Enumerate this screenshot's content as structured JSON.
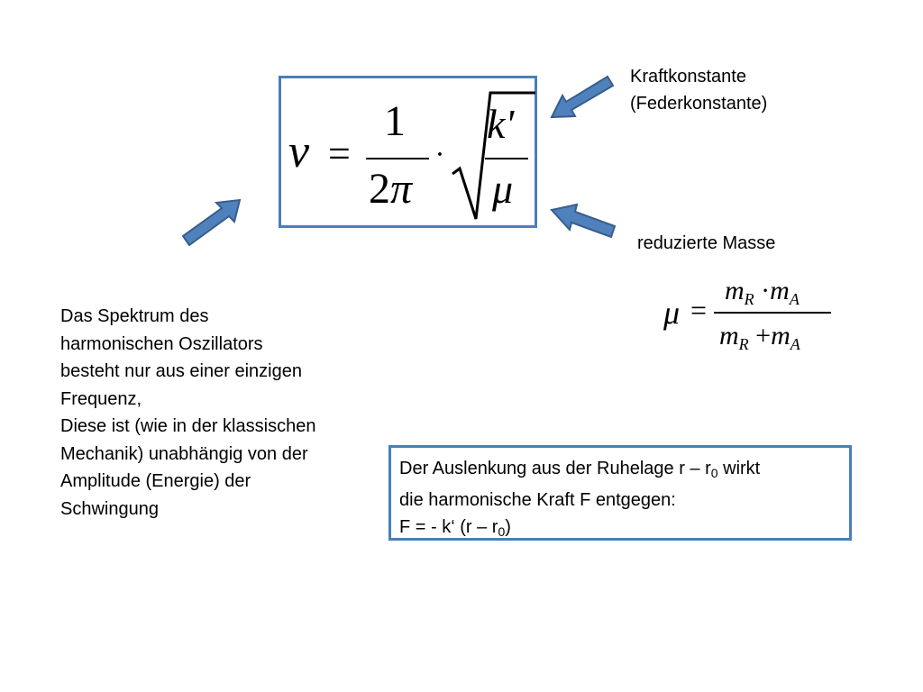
{
  "formula": {
    "lhs": "ν",
    "equals": "=",
    "frac1_num": "1",
    "frac1_den_num": "2",
    "frac1_den_sym": "π",
    "dot": "·",
    "frac2_num": "k'",
    "frac2_den": "μ"
  },
  "labels": {
    "kraftkonstante_line1": "Kraftkonstante",
    "kraftkonstante_line2": "(Federkonstante)",
    "reduzierte_masse": "reduzierte Masse"
  },
  "reduced_mass_formula": {
    "lhs": "μ",
    "equals": "=",
    "num_m1": "m",
    "num_sub1": "R",
    "num_op": "·",
    "num_m2": "m",
    "num_sub2": "A",
    "den_m1": "m",
    "den_sub1": "R",
    "den_op": "+",
    "den_m2": "m",
    "den_sub2": "A"
  },
  "left_text": {
    "line1": "Das Spektrum des",
    "line2": "harmonischen Oszillators",
    "line3": "besteht nur aus einer einzigen",
    "line4": "Frequenz,",
    "line5": "Diese ist (wie in der klassischen",
    "line6": "Mechanik) unabhängig von der",
    "line7": "Amplitude (Energie) der",
    "line8": "Schwingung"
  },
  "force_box": {
    "line1_text": "Der Auslenkung aus der Ruhelage r – r",
    "line1_sub": "0",
    "line1_end": " wirkt",
    "line2": "die harmonische Kraft F entgegen:",
    "line3_text": " F = - k‘ (r – r",
    "line3_sub": "0",
    "line3_end": ")"
  },
  "colors": {
    "box_border": "#4a7ebb",
    "arrow_fill": "#4f81bd",
    "arrow_stroke": "#385d8a"
  }
}
